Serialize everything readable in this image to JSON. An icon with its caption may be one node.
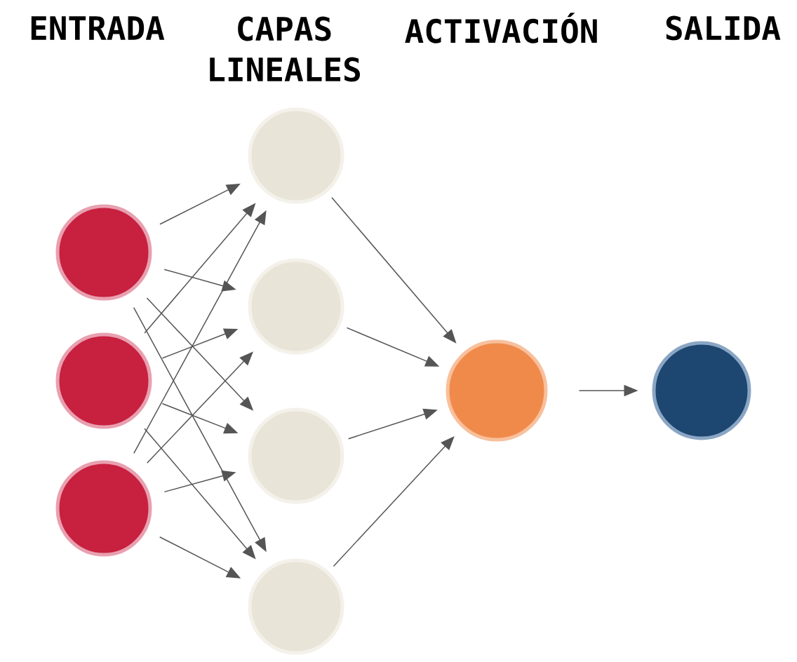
{
  "diagram": {
    "nodes": [
      {
        "text": [],
        "shape": "circle"
      },
      {
        "text": [],
        "shape": "circle"
      },
      {
        "text": [],
        "shape": "circle"
      },
      {
        "text": [],
        "shape": "circle"
      },
      {
        "text": [],
        "shape": "circle"
      },
      {
        "text": [],
        "shape": "circle"
      },
      {
        "text": [],
        "shape": "circle"
      },
      {
        "text": [],
        "shape": "circle"
      },
      {
        "text": [],
        "shape": "circle"
      }
    ],
    "edges": [
      {
        "from": 0,
        "to": 3,
        "arrow": "to"
      },
      {
        "from": 0,
        "to": 4,
        "arrow": "to"
      },
      {
        "from": 0,
        "to": 5,
        "arrow": "to"
      },
      {
        "from": 0,
        "to": 6,
        "arrow": "to"
      },
      {
        "from": 1,
        "to": 3,
        "arrow": "to"
      },
      {
        "from": 1,
        "to": 4,
        "arrow": "to"
      },
      {
        "from": 1,
        "to": 5,
        "arrow": "to"
      },
      {
        "from": 1,
        "to": 6,
        "arrow": "to"
      },
      {
        "from": 2,
        "to": 3,
        "arrow": "to"
      },
      {
        "from": 2,
        "to": 4,
        "arrow": "to"
      },
      {
        "from": 2,
        "to": 5,
        "arrow": "to"
      },
      {
        "from": 2,
        "to": 6,
        "arrow": "to"
      },
      {
        "from": 3,
        "to": 7,
        "arrow": "to"
      },
      {
        "from": 4,
        "to": 7,
        "arrow": "to"
      },
      {
        "from": 5,
        "to": 7,
        "arrow": "to"
      },
      {
        "from": 6,
        "to": 7,
        "arrow": "to"
      },
      {
        "from": 7,
        "to": 8,
        "arrow": "to"
      }
    ],
    "labels": [
      "ENTRADA",
      "CAPAS LINEALES",
      "ACTIVACIÓN",
      "SALIDA"
    ]
  }
}
